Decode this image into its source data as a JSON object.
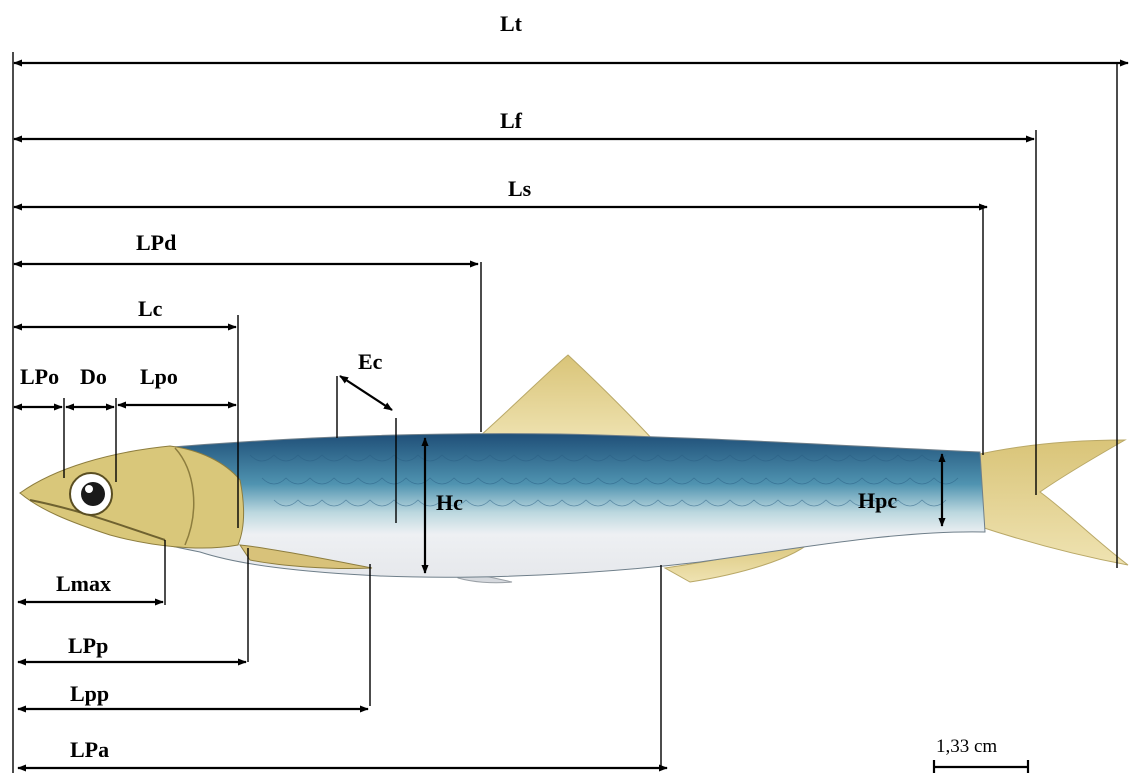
{
  "labels": {
    "lt": "Lt",
    "lf": "Lf",
    "ls": "Ls",
    "lpd": "LPd",
    "lc": "Lc",
    "lpo_pre": "LPo",
    "do": "Do",
    "lpo_post": "Lpo",
    "ec": "Ec",
    "hc": "Hc",
    "hpc": "Hpc",
    "lmax": "Lmax",
    "lpp_upper": "LPp",
    "lpp_lower": "Lpp",
    "lpa": "LPa"
  },
  "scale_bar": {
    "label": "1,33 cm"
  },
  "colors": {
    "back": "#2f6f9a",
    "back_light": "#7fb3c8",
    "belly": "#eef0f3",
    "fin": "#e2cf8c",
    "head": "#d9c77a"
  }
}
